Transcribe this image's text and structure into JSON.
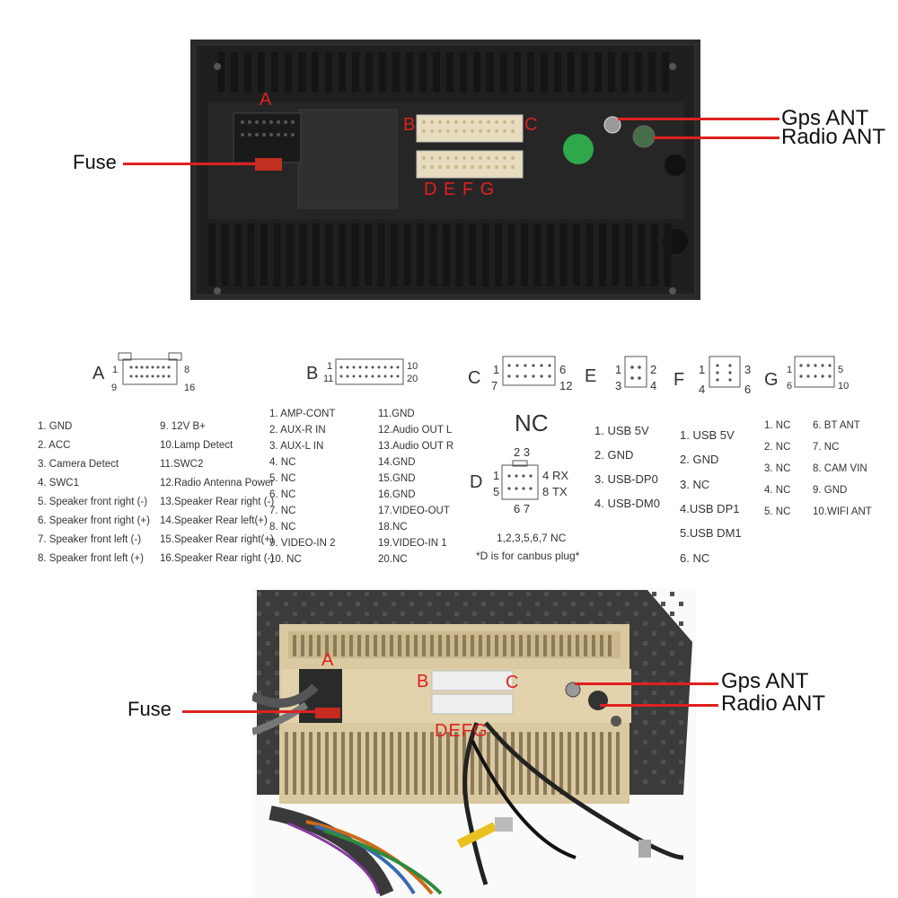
{
  "top_photo": {
    "callouts": {
      "fuse": "Fuse",
      "gps": "Gps  ANT",
      "radio": "Radio  ANT"
    },
    "connector_labels": {
      "a": "A",
      "b": "B",
      "c": "C",
      "defg": "D E F G"
    }
  },
  "bottom_photo": {
    "callouts": {
      "fuse": "Fuse",
      "gps": "Gps  ANT",
      "radio": "Radio  ANT"
    },
    "connector_labels": {
      "a": "A",
      "b": "B",
      "c": "C",
      "defg": "DEFG"
    }
  },
  "connectors": {
    "a": {
      "letter": "A",
      "n1": "1",
      "n8": "8",
      "n9": "9",
      "n16": "16",
      "pins_left": [
        "1. GND",
        "2. ACC",
        "3. Camera Detect",
        "4. SWC1",
        "5. Speaker front right (-)",
        "6. Speaker front right (+)",
        "7. Speaker front left (-)",
        "8. Speaker front left (+)"
      ],
      "pins_right": [
        "9.  12V B+",
        "10.Lamp Detect",
        "11.SWC2",
        "12.Radio Antenna Power",
        "13.Speaker Rear right (-)",
        "14.Speaker Rear left(+)",
        "15.Speaker Rear right(+)",
        "16.Speaker Rear right (-)"
      ]
    },
    "b": {
      "letter": "B",
      "n1": "1",
      "n11": "11",
      "n10": "10",
      "n20": "20",
      "pins_left": [
        "1.  AMP-CONT",
        "2.  AUX-R IN",
        "3.  AUX-L IN",
        "4.  NC",
        "5.  NC",
        "6.  NC",
        "7.  NC",
        "8.  NC",
        "9.  VIDEO-IN 2",
        "10.  NC"
      ],
      "pins_right": [
        "11.GND",
        "12.Audio OUT  L",
        "13.Audio OUT  R",
        "14.GND",
        "15.GND",
        "16.GND",
        "17.VIDEO-OUT",
        "18.NC",
        "19.VIDEO-IN 1",
        "20.NC"
      ]
    },
    "c": {
      "letter": "C",
      "n1": "1",
      "n7": "7",
      "n6": "6",
      "n12": "12",
      "nc": "NC"
    },
    "d": {
      "letter": "D",
      "n23": "2 3",
      "n1": "1",
      "n5": "5",
      "n4": "4",
      "rx": "RX",
      "n8": "8",
      "tx": "TX",
      "n67": "6 7",
      "nc_line": "1,2,3,5,6,7  NC",
      "note": "*D is for canbus plug*"
    },
    "e": {
      "letter": "E",
      "n1": "1",
      "n3": "3",
      "n2": "2",
      "n4": "4",
      "pins": [
        "1. USB 5V",
        "2. GND",
        "3. USB-DP0",
        "4. USB-DM0"
      ]
    },
    "f": {
      "letter": "F",
      "n1": "1",
      "n4": "4",
      "n3": "3",
      "n6": "6",
      "pins": [
        "1. USB 5V",
        "2. GND",
        "3. NC",
        "4.USB DP1",
        "5.USB DM1",
        "6. NC"
      ]
    },
    "g": {
      "letter": "G",
      "n1": "1",
      "n6": "6",
      "n5": "5",
      "n10": "10",
      "pins_left": [
        "1. NC",
        "2. NC",
        "3. NC",
        "4. NC",
        "5. NC"
      ],
      "pins_right": [
        "6.  BT ANT",
        "7.  NC",
        "8.  CAM VIN",
        "9.  GND",
        "10.WIFI ANT"
      ]
    }
  }
}
